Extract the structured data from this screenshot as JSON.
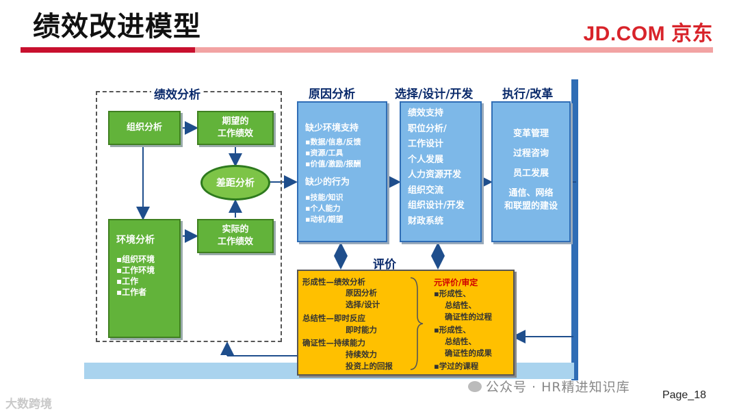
{
  "page": {
    "title": "绩效改进模型",
    "logo": "JD.COM 京东",
    "page_label": "Page_18",
    "watermark": "公众号 · HR精进知识库",
    "corner_watermark": "大数跨境"
  },
  "diagram": {
    "headings": {
      "performance_analysis": "绩效分析",
      "cause_analysis": "原因分析",
      "select_design": "选择/设计/开发",
      "execute": "执行/改革",
      "evaluation": "评价"
    },
    "org_analysis": "组织分析",
    "expected_performance": [
      "期望的",
      "工作绩效"
    ],
    "gap_analysis": "差距分析",
    "actual_performance": [
      "实际的",
      "工作绩效"
    ],
    "env_analysis": {
      "title": "环境分析",
      "items": [
        "▪组织环境",
        "▪工作环境",
        "▪工作",
        "▪工作者"
      ]
    },
    "cause_box": {
      "group1_title": "缺少环境支持",
      "group1_items": [
        "▪数据/信息/反馈",
        "▪资源/工具",
        "▪价值/激励/报酬"
      ],
      "group2_title": "缺少的行为",
      "group2_items": [
        "▪技能/知识",
        "▪个人能力",
        "▪动机/期望"
      ]
    },
    "design_box": [
      "绩效支持",
      "职位分析/",
      "工作设计",
      "个人发展",
      "人力资源开发",
      "组织交流",
      "组织设计/开发",
      "财政系统"
    ],
    "execute_box": [
      "变革管理",
      "过程咨询",
      "员工发展",
      "通信、网络",
      "和联盟的建设"
    ],
    "evaluation_box": {
      "left_lines": [
        "形成性—绩效分析",
        "原因分析",
        "选择/设计",
        "总结性—即时反应",
        "即时能力",
        "确证性—持续能力",
        "持续效力",
        "投资上的回报"
      ],
      "right_title": "元评价/审定",
      "right_lines": [
        "▪形成性、",
        "总结性、",
        "确证性的过程",
        "▪形成性、",
        "总结性、",
        "确证性的成果",
        "▪学过的课程"
      ]
    }
  },
  "colors": {
    "accent_red": "#c8102e",
    "green_box": "#62b33a",
    "blue_box": "#7db8e8",
    "yellow_box": "#ffc000"
  }
}
